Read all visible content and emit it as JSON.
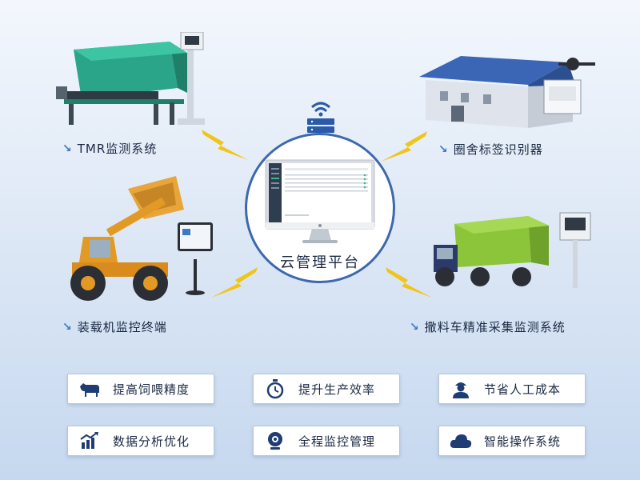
{
  "center": {
    "title": "云管理平台"
  },
  "nodes": {
    "tmr": "TMR监测系统",
    "pen": "圈舍标签识别器",
    "loader": "装载机监控终端",
    "spreader": "撒料车精准采集监测系统"
  },
  "features": [
    {
      "label": "提高饲喂精度",
      "icon": "cow-icon"
    },
    {
      "label": "提升生产效率",
      "icon": "stopwatch-icon"
    },
    {
      "label": "节省人工成本",
      "icon": "worker-icon"
    },
    {
      "label": "数据分析优化",
      "icon": "chart-icon"
    },
    {
      "label": "全程监控管理",
      "icon": "webcam-icon"
    },
    {
      "label": "智能操作系统",
      "icon": "cloud-icon"
    }
  ],
  "colors": {
    "accent": "#3e68ad",
    "bolt": "#f0c419",
    "machine_green": "#2aa58a",
    "label_text": "#1b2a44"
  }
}
